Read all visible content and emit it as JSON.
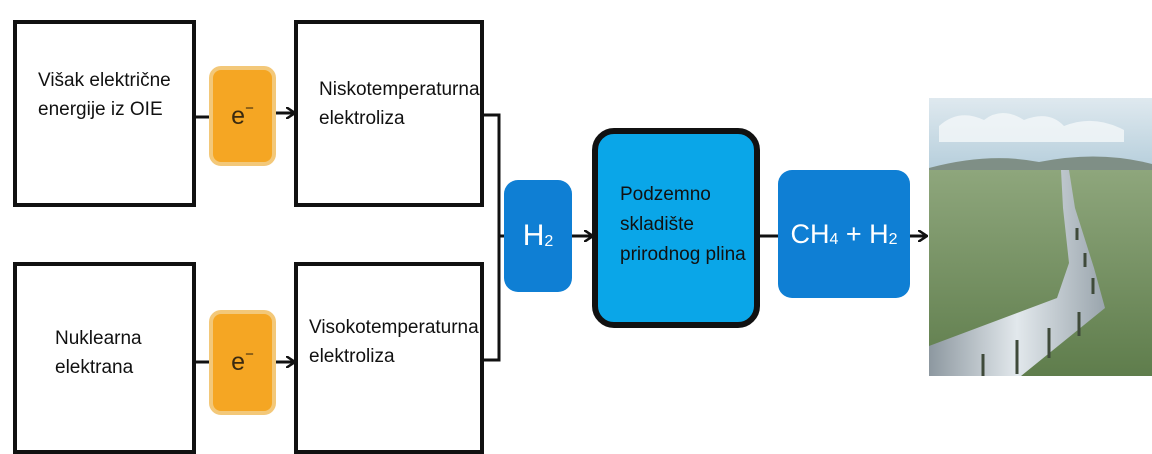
{
  "sources": {
    "top": [
      "Višak električne",
      "energije iz OIE"
    ],
    "bottom": [
      "Nuklearna",
      "elektrana"
    ]
  },
  "carrier": {
    "symbol": "e",
    "charge": "−"
  },
  "electrolysis": {
    "low": [
      "Niskotemperaturna",
      "elektroliza"
    ],
    "high": [
      "Visokotemperaturna",
      "elektroliza"
    ]
  },
  "hydrogen": {
    "symbol": "H",
    "index": "2"
  },
  "storage": [
    "Podzemno",
    "skladište",
    "prirodnog plina"
  ],
  "mixture": {
    "methane": "CH",
    "methane_index": "4",
    "plus": " + ",
    "hydrogen": "H",
    "hydrogen_index": "2"
  },
  "photo": {
    "subject": "gas pipeline across grassland",
    "colors": {
      "sky": "#b7cfdc",
      "grass": "#6f8c5a",
      "pipe": "#c6cfd6"
    }
  },
  "colors": {
    "electron_fill": "#f5a623",
    "pill_blue": "#0f7fd4",
    "storage_blue": "#0aa6e8",
    "outline": "#111111"
  }
}
